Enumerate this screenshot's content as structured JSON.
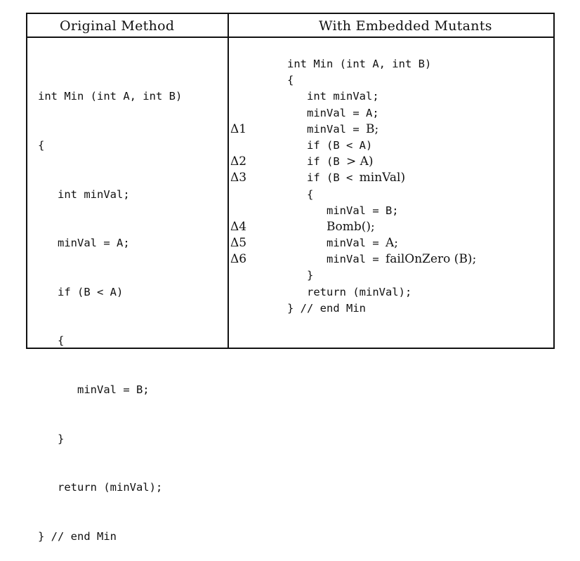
{
  "columns": {
    "original_title": "Original Method",
    "mutants_title": "With Embedded Mutants"
  },
  "original_code": [
    "int Min (int A, int B)",
    "{",
    "   int minVal;",
    "   minVal = A;",
    "   if (B < A)",
    "   {",
    "      minVal = B;",
    "   }",
    "   return (minVal);",
    "} // end Min"
  ],
  "mutant_code": [
    {
      "mono": "int Min (int A, int B)",
      "serif": ""
    },
    {
      "mono": "{",
      "serif": ""
    },
    {
      "mono": "   int minVal;",
      "serif": ""
    },
    {
      "mono": "   minVal = A;",
      "serif": ""
    },
    {
      "mono": "   minVal = ",
      "serif": "B;"
    },
    {
      "mono": "   if (B < A)",
      "serif": ""
    },
    {
      "mono": "   if (B ",
      "serif": "> A)"
    },
    {
      "mono": "   if (B < ",
      "serif": "minVal)"
    },
    {
      "mono": "   {",
      "serif": ""
    },
    {
      "mono": "      minVal = B;",
      "serif": ""
    },
    {
      "mono": "      ",
      "serif": "Bomb();"
    },
    {
      "mono": "      minVal = ",
      "serif": "A;"
    },
    {
      "mono": "      minVal = ",
      "serif": "failOnZero (B);"
    },
    {
      "mono": "   }",
      "serif": ""
    },
    {
      "mono": "   return (minVal);",
      "serif": ""
    },
    {
      "mono": "} // end Min",
      "serif": ""
    }
  ],
  "mutant_markers": [
    {
      "label": "Δ1",
      "line": 4
    },
    {
      "label": "Δ2",
      "line": 6
    },
    {
      "label": "Δ3",
      "line": 7
    },
    {
      "label": "Δ4",
      "line": 10
    },
    {
      "label": "Δ5",
      "line": 11
    },
    {
      "label": "Δ6",
      "line": 12
    }
  ]
}
